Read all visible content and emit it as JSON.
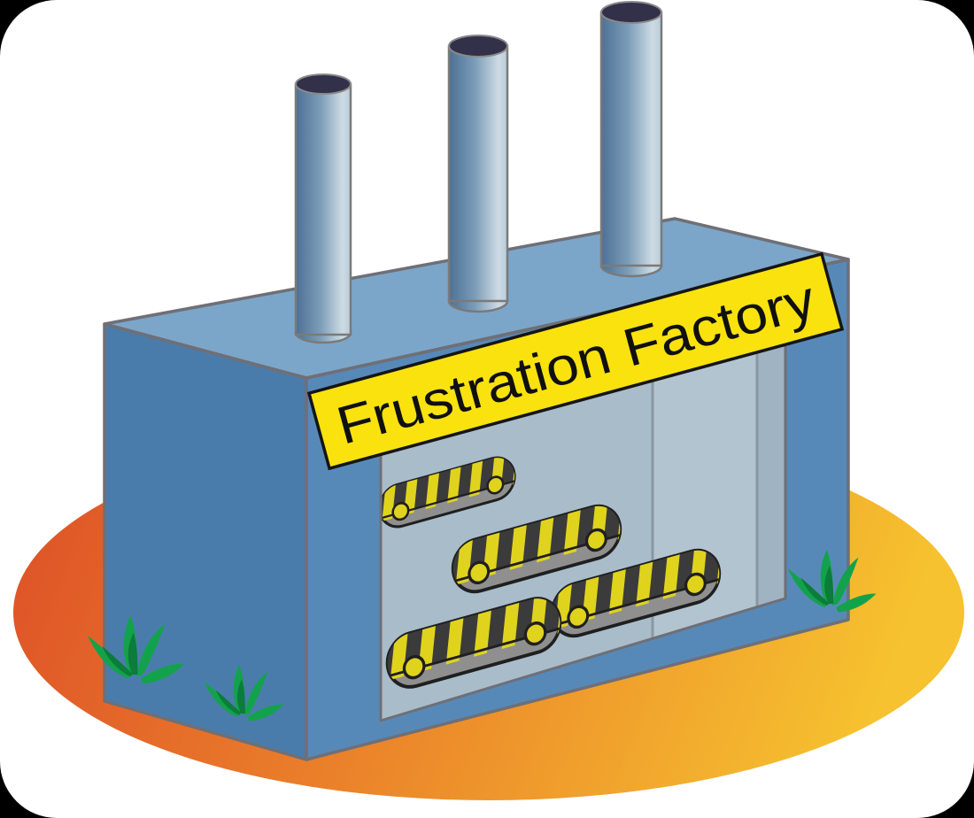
{
  "scene": {
    "type": "clipart-illustration",
    "banner": {
      "label": "Frustration Factory"
    },
    "counts": {
      "smokestacks": 3,
      "conveyor_belts": 4,
      "grass_tufts": 3
    },
    "colors": {
      "page_background": "#000000",
      "canvas": "#ffffff",
      "ground_left": "#dd4f28",
      "ground_mid": "#ea7f2a",
      "ground_right": "#f6c22f",
      "building_front": "#5789b8",
      "building_left": "#4a7cab",
      "building_roof": "#7ba6c9",
      "interior_back_wall": "#a9bcca",
      "interior_mid_panel": "#b3c4d1",
      "interior_right_panel": "#9fb3c2",
      "outline": "#6f6f76",
      "banner_fill": "#f9e20e",
      "banner_border": "#151515",
      "banner_text": "#101010",
      "chimney_dark": "#4d7095",
      "chimney_light": "#cddbe4",
      "chimney_cap": "#33304a",
      "belt_body": "#8f8f8f",
      "belt_dark": "#3b3b3b",
      "belt_stripe": "#e0d31d",
      "belt_outline": "#1f1f1f",
      "grass_main": "#13a24c",
      "grass_dark": "#0b7c39"
    }
  }
}
